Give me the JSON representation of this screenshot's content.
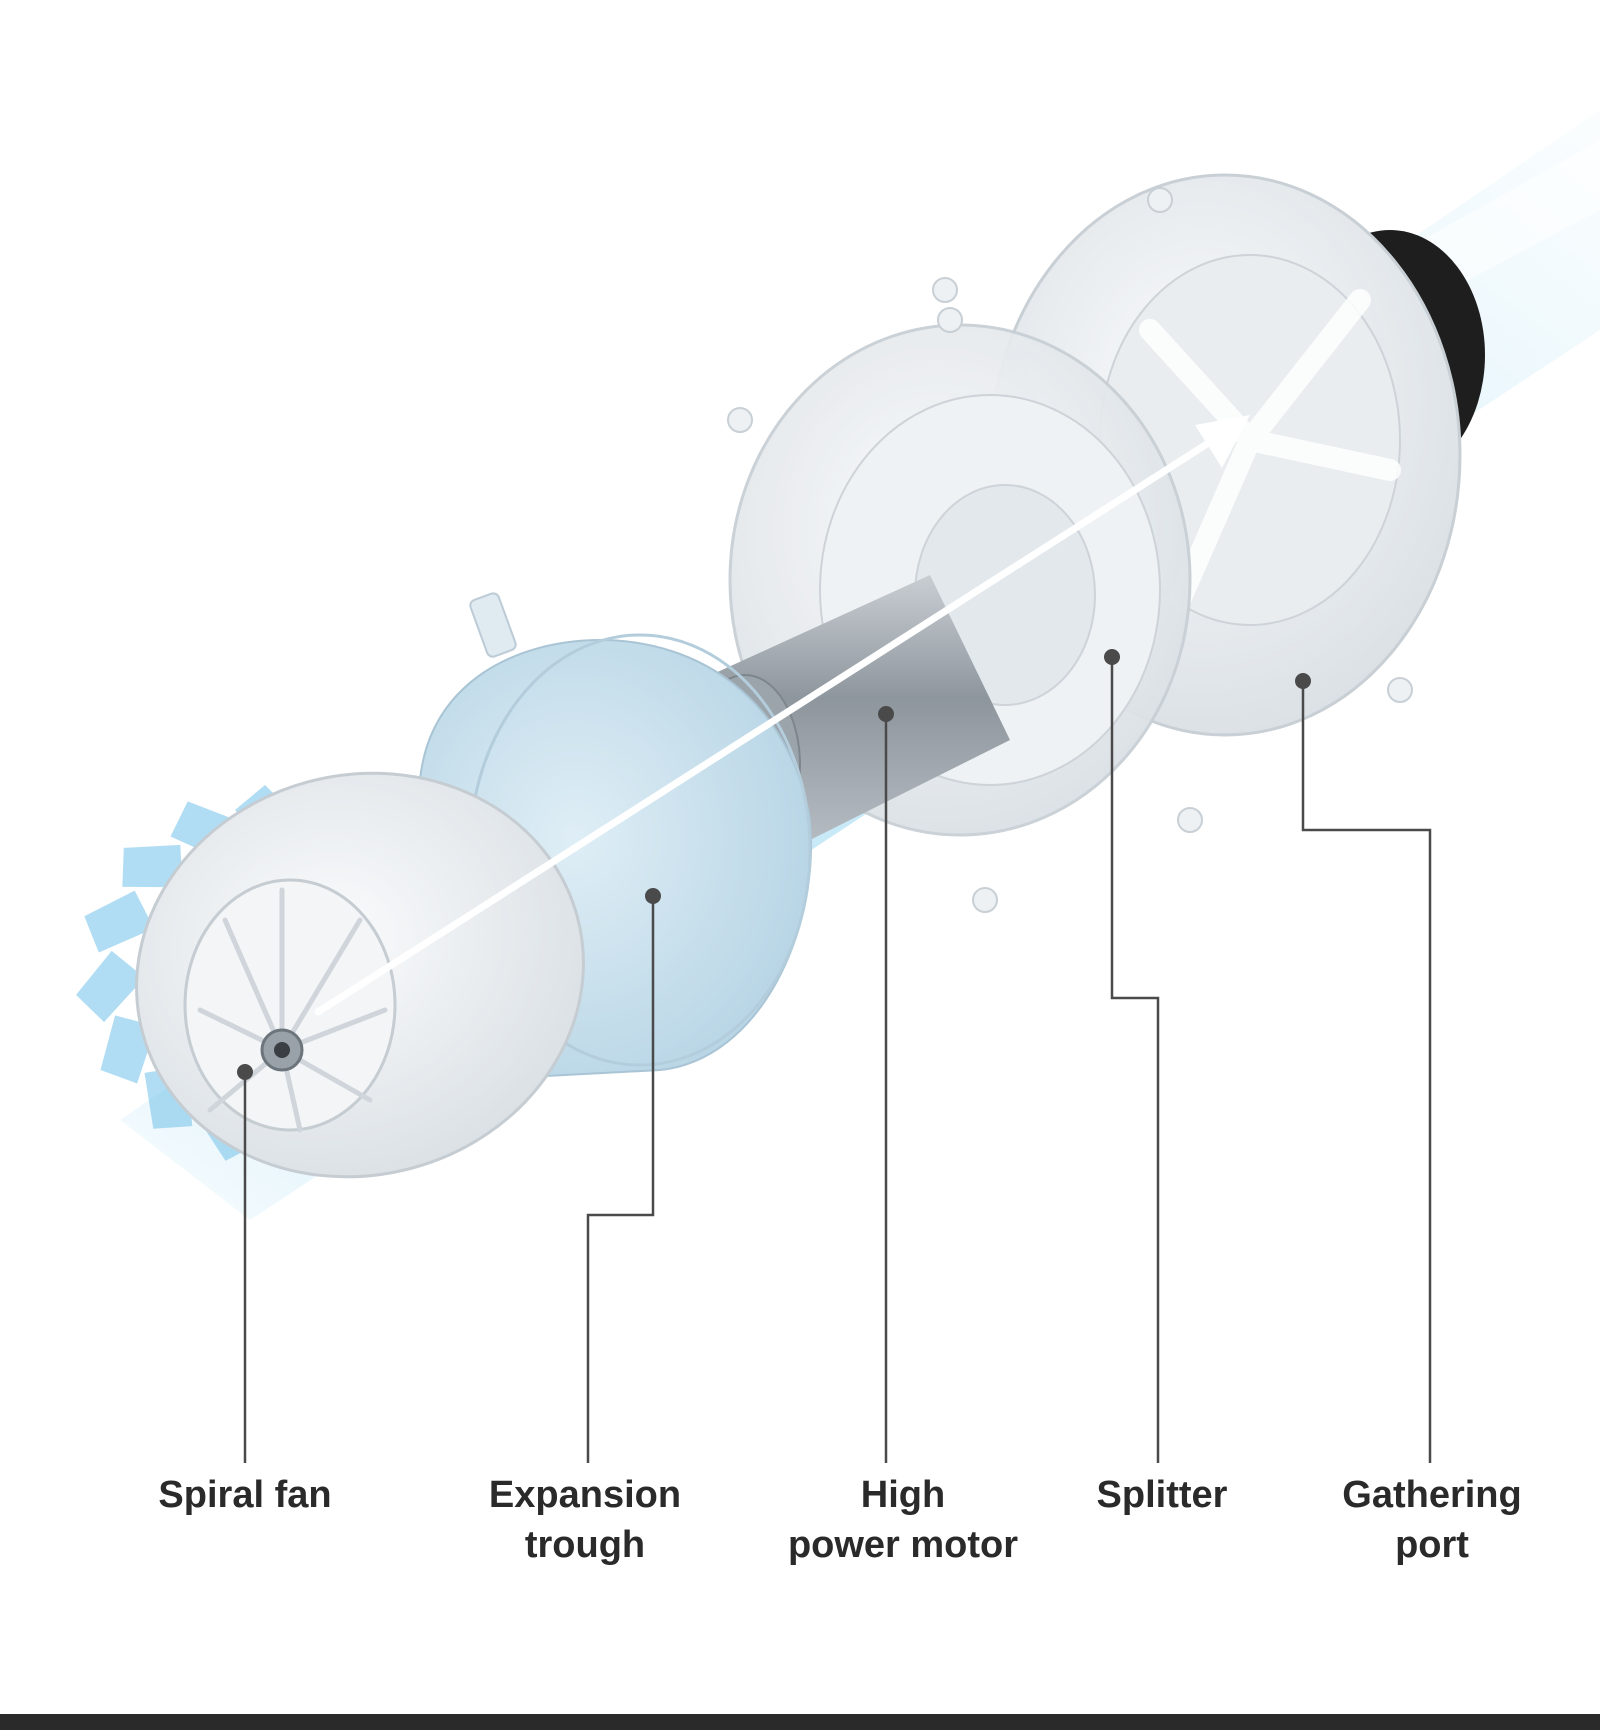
{
  "colors": {
    "background": "#ffffff",
    "label_text": "#2a2a2a",
    "leader_line": "#4a4a4a",
    "air_flow": "#8fd3f0",
    "part_white": "#eef1f4",
    "motor_silver": "#a9b0b6",
    "rubber_black": "#1e1e1e"
  },
  "labels": {
    "spiral_fan": "Spiral fan",
    "expansion_trough_line1": "Expansion",
    "expansion_trough_line2": "trough",
    "high_power_motor_line1": "High",
    "high_power_motor_line2": "power motor",
    "splitter": "Splitter",
    "gathering_port_line1": "Gathering",
    "gathering_port_line2": "port"
  },
  "icons": {
    "airflow_arrow": "arrow-icon",
    "spiral_swirl": "swirl-icon"
  }
}
